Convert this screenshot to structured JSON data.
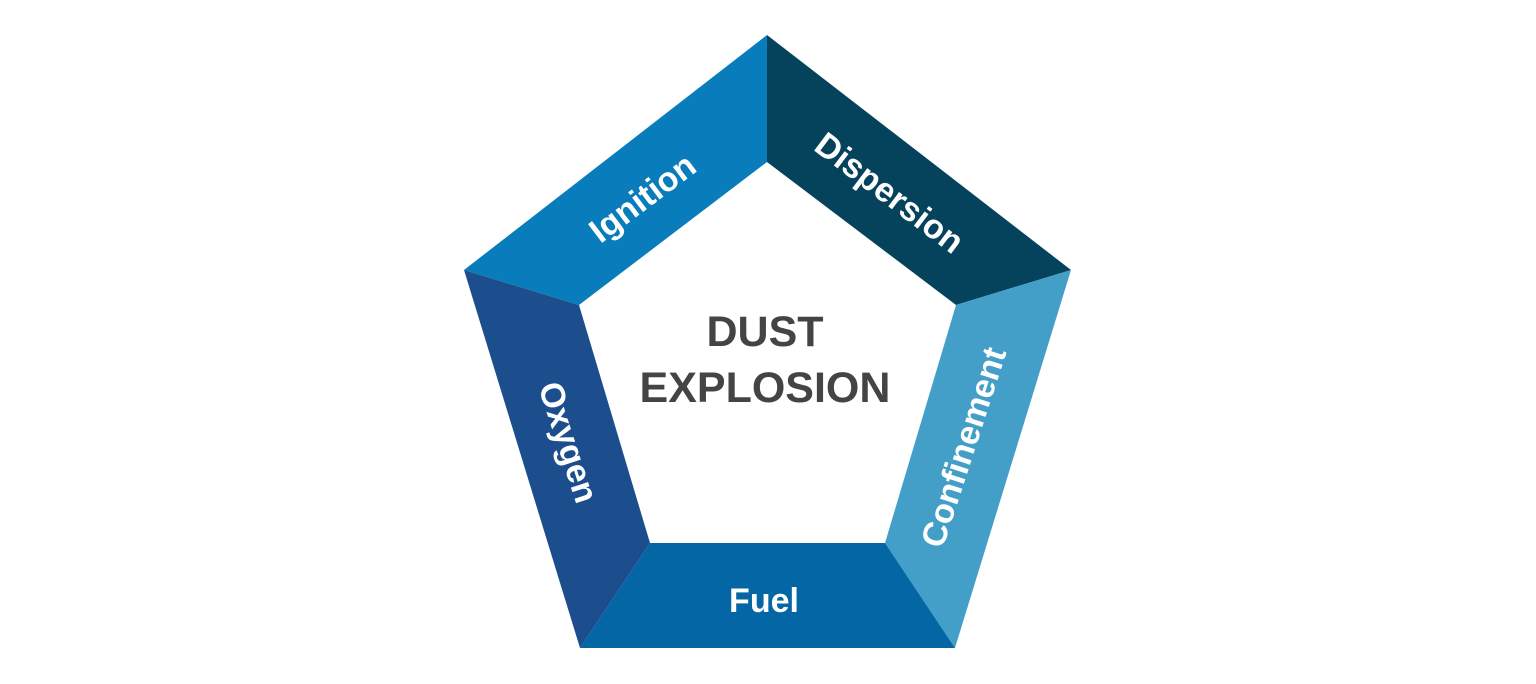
{
  "title": [
    "DUST",
    "EXPLOSION"
  ],
  "segments": [
    {
      "label": "Ignition",
      "color": "#097dbb"
    },
    {
      "label": "Dispersion",
      "color": "#05435c"
    },
    {
      "label": "Confinement",
      "color": "#449fc8"
    },
    {
      "label": "Fuel",
      "color": "#0466a5"
    },
    {
      "label": "Oxygen",
      "color": "#1c4e8e"
    }
  ]
}
